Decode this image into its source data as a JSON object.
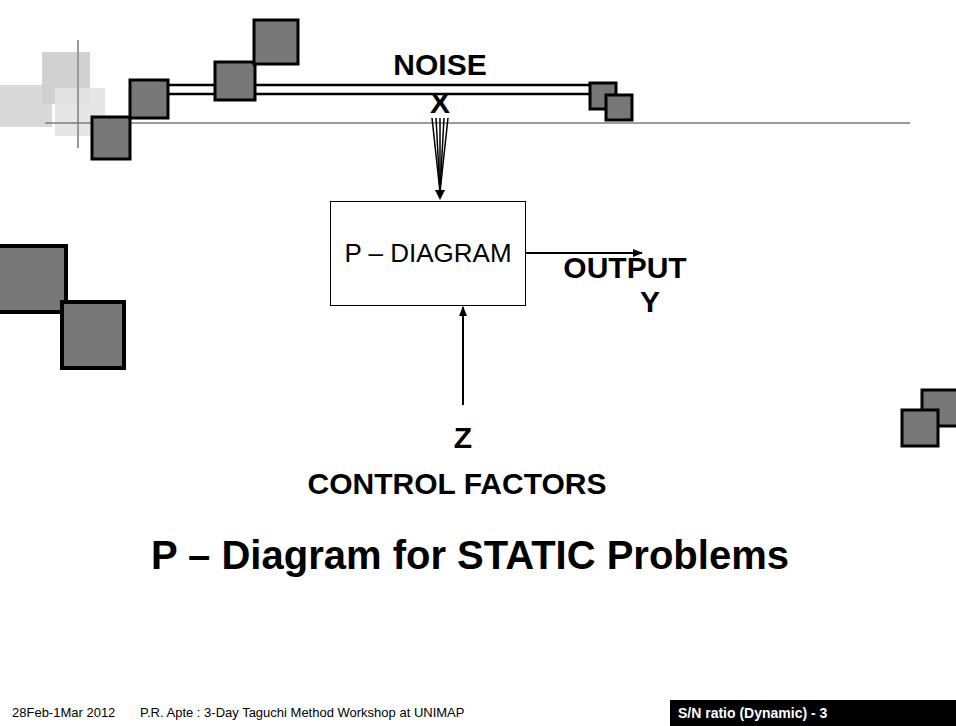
{
  "diagram": {
    "title": "P – Diagram for STATIC Problems",
    "nodes": [
      {
        "text": [
          "P – DIAGRAM"
        ]
      },
      {
        "text": [
          "S/N ratio (Dynamic) - 3"
        ]
      }
    ],
    "labels": [
      "NOISE",
      "X",
      "OUTPUT",
      "Y",
      "Z",
      "CONTROL FACTORS",
      "28Feb-1Mar 2012",
      "P.R. Apte : 3-Day Taguchi Method Workshop at UNIMAP"
    ]
  }
}
